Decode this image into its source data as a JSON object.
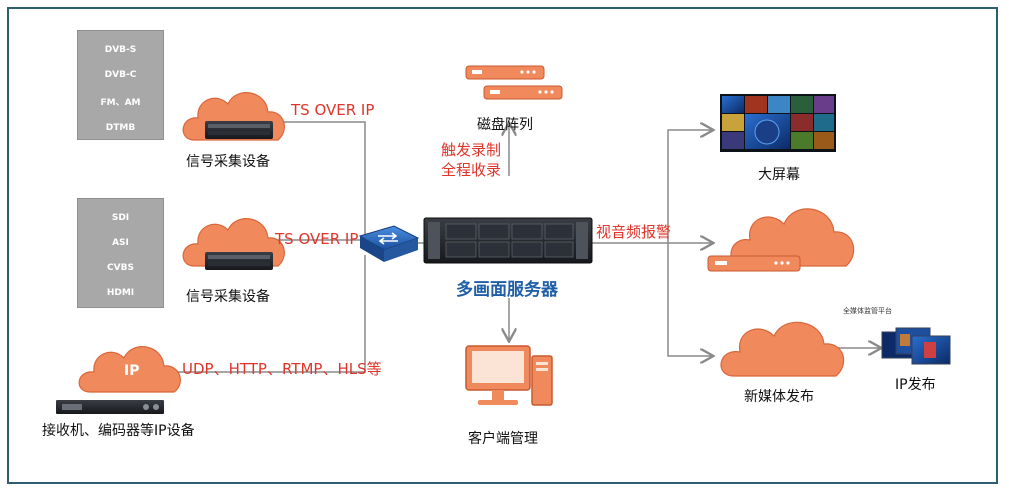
{
  "colors": {
    "frame": "#2f5f6e",
    "cloud": "#f08a5d",
    "cloud_edge": "#d9663a",
    "line": "#8a8a8a",
    "red_text": "#e0352b",
    "blue_text": "#1f5fa8",
    "grey_box": "#a8a8a8"
  },
  "sources": {
    "box1": [
      "DVB-S",
      "DVB-C",
      "FM、AM",
      "DTMB"
    ],
    "box2": [
      "SDI",
      "ASI",
      "CVBS",
      "HDMI"
    ],
    "collector1": "信号采集设备",
    "collector2": "信号采集设备",
    "ip_cloud": "IP",
    "receiver_label": "接收机、编码器等IP设备"
  },
  "links": {
    "ts1": "TS OVER IP",
    "ts2": "TS OVER IP",
    "udp": "UDP、HTTP、RTMP、HLS等",
    "trigger": "触发录制",
    "full_record": "全程收录",
    "alarm": "视音频报警"
  },
  "center": {
    "server": "多画面服务器",
    "disk": "磁盘阵列",
    "client": "客户端管理"
  },
  "outputs": {
    "big_screen": "大屏幕",
    "new_media": "新媒体发布",
    "platform": "全媒体监管平台",
    "ip_publish": "IP发布"
  },
  "icons": [
    "cloud-icon",
    "server-icon",
    "switch-icon",
    "monitor-icon",
    "computer-icon",
    "video-wall-icon"
  ]
}
